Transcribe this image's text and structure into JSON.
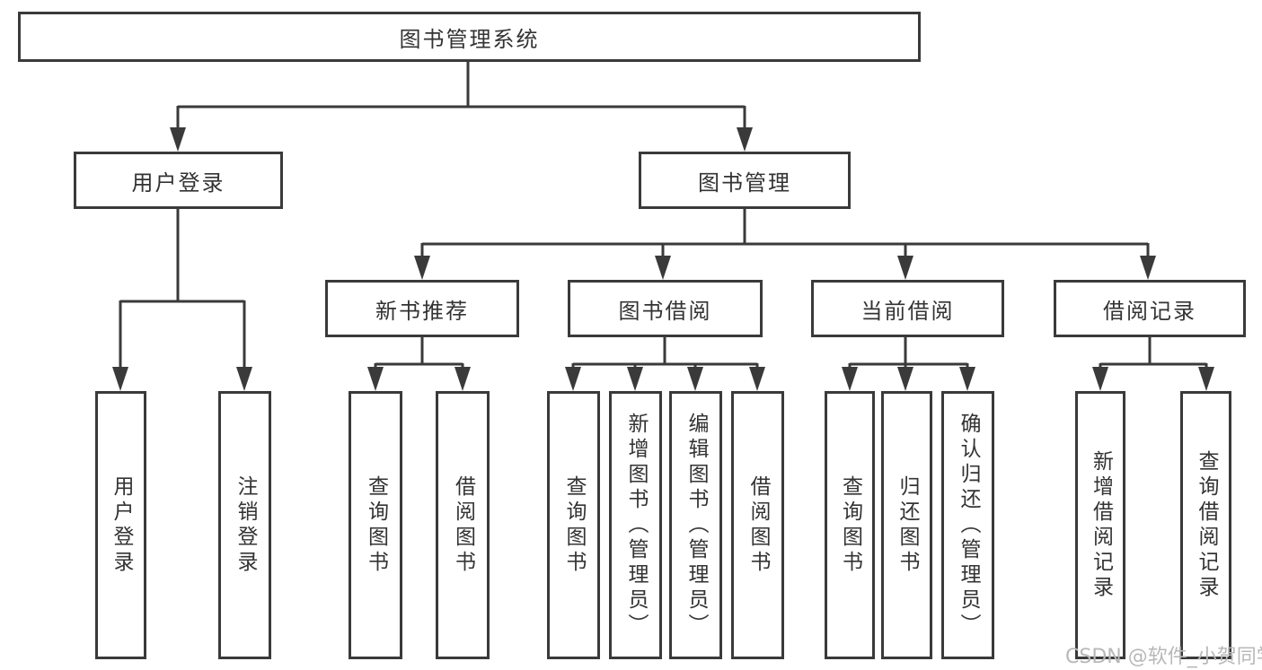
{
  "tree": {
    "root": {
      "label": "图书管理系统",
      "children": [
        {
          "label": "用户登录",
          "children": [
            {
              "label": "用户登录"
            },
            {
              "label": "注销登录"
            }
          ]
        },
        {
          "label": "图书管理",
          "children": [
            {
              "label": "新书推荐",
              "children": [
                {
                  "label": "查询图书"
                },
                {
                  "label": "借阅图书"
                }
              ]
            },
            {
              "label": "图书借阅",
              "children": [
                {
                  "label": "查询图书"
                },
                {
                  "label": "新增图书（管理员）"
                },
                {
                  "label": "编辑图书（管理员）"
                },
                {
                  "label": "借阅图书"
                }
              ]
            },
            {
              "label": "当前借阅",
              "children": [
                {
                  "label": "查询图书"
                },
                {
                  "label": "归还图书"
                },
                {
                  "label": "确认归还（管理员）"
                }
              ]
            },
            {
              "label": "借阅记录",
              "children": [
                {
                  "label": "新增借阅记录"
                },
                {
                  "label": "查询借阅记录"
                }
              ]
            }
          ]
        }
      ]
    }
  },
  "watermark": {
    "text": "CSDN @软件_小贺同学"
  },
  "colors": {
    "line": "#3a3a3a",
    "text": "#333333",
    "background": "#ffffff",
    "watermark_text": "#b8b8b8"
  }
}
